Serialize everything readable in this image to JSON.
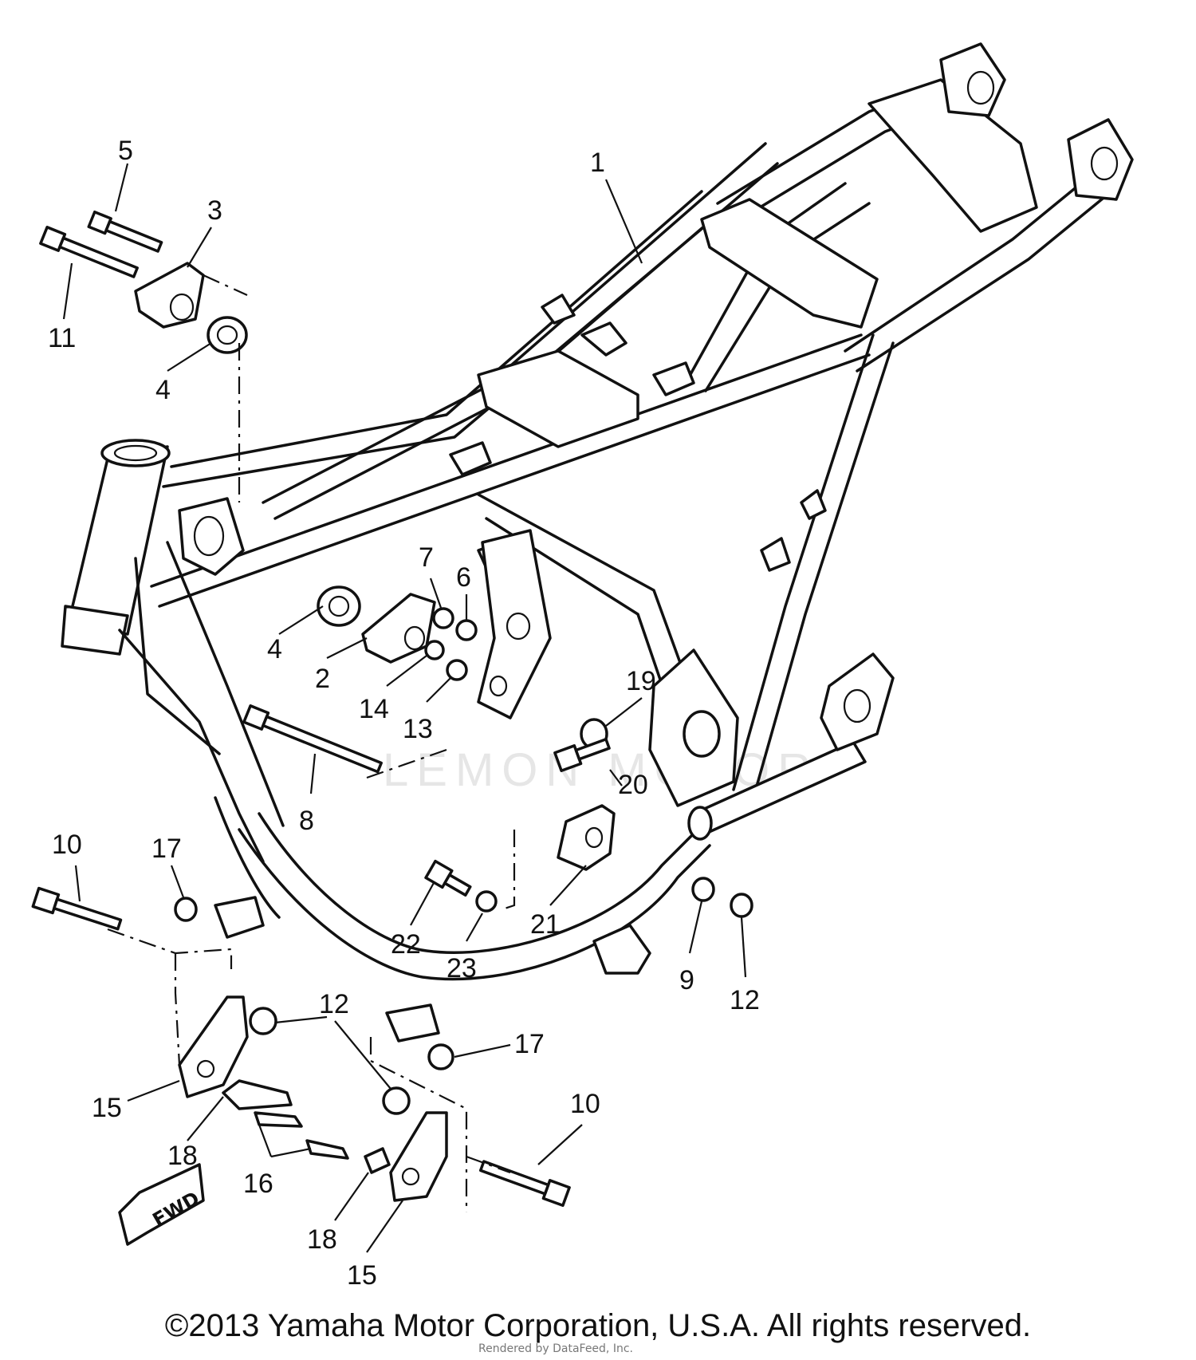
{
  "diagram": {
    "callouts": [
      {
        "id": "c1",
        "label": "1"
      },
      {
        "id": "c2",
        "label": "2"
      },
      {
        "id": "c3",
        "label": "3"
      },
      {
        "id": "c4a",
        "label": "4"
      },
      {
        "id": "c4b",
        "label": "4"
      },
      {
        "id": "c5",
        "label": "5"
      },
      {
        "id": "c6",
        "label": "6"
      },
      {
        "id": "c7",
        "label": "7"
      },
      {
        "id": "c8",
        "label": "8"
      },
      {
        "id": "c9",
        "label": "9"
      },
      {
        "id": "c10a",
        "label": "10"
      },
      {
        "id": "c10b",
        "label": "10"
      },
      {
        "id": "c11",
        "label": "11"
      },
      {
        "id": "c12a",
        "label": "12"
      },
      {
        "id": "c12b",
        "label": "12"
      },
      {
        "id": "c13",
        "label": "13"
      },
      {
        "id": "c14",
        "label": "14"
      },
      {
        "id": "c15a",
        "label": "15"
      },
      {
        "id": "c15b",
        "label": "15"
      },
      {
        "id": "c16",
        "label": "16"
      },
      {
        "id": "c17a",
        "label": "17"
      },
      {
        "id": "c17b",
        "label": "17"
      },
      {
        "id": "c18a",
        "label": "18"
      },
      {
        "id": "c18b",
        "label": "18"
      },
      {
        "id": "c19",
        "label": "19"
      },
      {
        "id": "c20",
        "label": "20"
      },
      {
        "id": "c21",
        "label": "21"
      },
      {
        "id": "c22",
        "label": "22"
      },
      {
        "id": "c23",
        "label": "23"
      }
    ],
    "direction_tag": "FWD",
    "watermark": "LEMON MOTOR"
  },
  "footer": {
    "copyright": "©2013 Yamaha Motor Corporation, U.S.A. All rights reserved.",
    "credit": "Rendered by DataFeed, Inc."
  }
}
